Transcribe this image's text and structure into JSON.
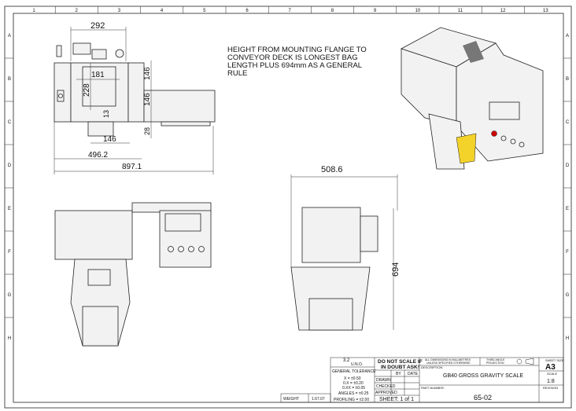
{
  "sheet": {
    "columns": [
      "1",
      "2",
      "3",
      "4",
      "5",
      "6",
      "7",
      "8",
      "9",
      "10",
      "11",
      "12",
      "13"
    ],
    "rows": [
      "A",
      "B",
      "C",
      "D",
      "E",
      "F",
      "G",
      "H"
    ]
  },
  "note": [
    "HEIGHT FROM MOUNTING FLANGE TO",
    "CONVEYOR DECK IS  LONGEST BAG",
    "LENGTH PLUS 694mm AS A GENERAL",
    "RULE"
  ],
  "dimensions": {
    "top_width": "292",
    "window_width": "181",
    "window_height": "228",
    "offset_13": "13",
    "upper_146": "146",
    "lower_146": "146",
    "offset_28": "28",
    "spout_146": "146",
    "width_496": "496.2",
    "overall_897": "897.1",
    "side_width": "508.6",
    "height_694": "694"
  },
  "title_block": {
    "surface_finish": "3.2",
    "uno": "U.N.O.",
    "general_tolerance": "GENERAL TOLERANCE",
    "tolerances": [
      "X = ±0.50",
      "0.X = ±0.20",
      "0.XX = ±0.05",
      "ANGLES = ±0.25",
      "PROFILING = ±2.00"
    ],
    "do_not_scale": [
      "DO NOT SCALE IF",
      "IN DOUBT ASK!"
    ],
    "by": "BY",
    "date": "DATE",
    "drawn": "DRAWN",
    "checked": "CHECKED",
    "approved": "APPROVED",
    "sheet": "SHEET: 1 of 1",
    "units_note": [
      "ALL DIMENSIONS IN MILLIMETRES",
      "UNLESS SPECIFIED OTHERWISE"
    ],
    "projection": [
      "THIRD ANGLE",
      "PROJECTION"
    ],
    "description_label": "DESCRIPTION",
    "description": "GB40 GROSS GRAVITY SCALE",
    "part_number_label": "PART NUMBER:",
    "part_number": "65-02",
    "sheet_size_label": "SHEET SIZE",
    "sheet_size": "A3",
    "scale_label": "SCALE",
    "scale": "1:8",
    "revision_label": "REVISION",
    "weight_label": "WEIGHT",
    "weight": "1.67.07"
  }
}
